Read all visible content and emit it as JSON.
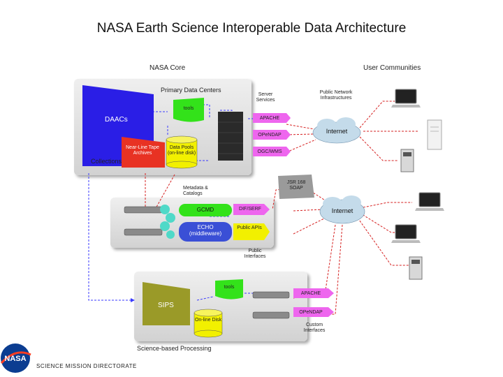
{
  "title": "NASA Earth Science Interoperable Data Architecture",
  "headers": {
    "core": "NASA Core",
    "users": "User Communities"
  },
  "core": {
    "primary_label": "Primary Data Centers",
    "daacs": "DAACs",
    "collections": "Collections",
    "nearline": "Near-Line Tape Archives",
    "tools": "tools",
    "datapools": "Data Pools (on-line disk)"
  },
  "services": {
    "label": "Server Services",
    "items": [
      "APACHE",
      "OPeNDAP",
      "OGC/WMS"
    ]
  },
  "network": {
    "public_label": "Public Network Infrastructures",
    "internet": "Internet",
    "jsr": "JSR 168 SOAP"
  },
  "metadata": {
    "label": "Metadata & Catalogs",
    "gcmd": "GCMD",
    "echo": "ECHO (middleware)",
    "dif": "DIF/SERF",
    "apis": "Public APIs",
    "public_interfaces": "Public Interfaces"
  },
  "processing": {
    "sips": "SIPS",
    "tools": "tools",
    "online": "On-line Disk",
    "items": [
      "APACHE",
      "OPeNDAP"
    ],
    "custom": "Custom Interfaces",
    "label": "Science-based Processing"
  },
  "footer": {
    "logo": "NASA",
    "directorate": "SCIENCE MISSION DIRECTORATE"
  },
  "colors": {
    "daac": "#2a1ee6",
    "tools": "#33e21a",
    "datapools": "#f2f000",
    "nearline": "#e83223",
    "service": "#ee66ee",
    "echo": "#3a4fd6",
    "apis": "#f2f000",
    "sips": "#9a9a28",
    "flow_red": "#d62020",
    "flow_blue": "#3a3aff"
  }
}
